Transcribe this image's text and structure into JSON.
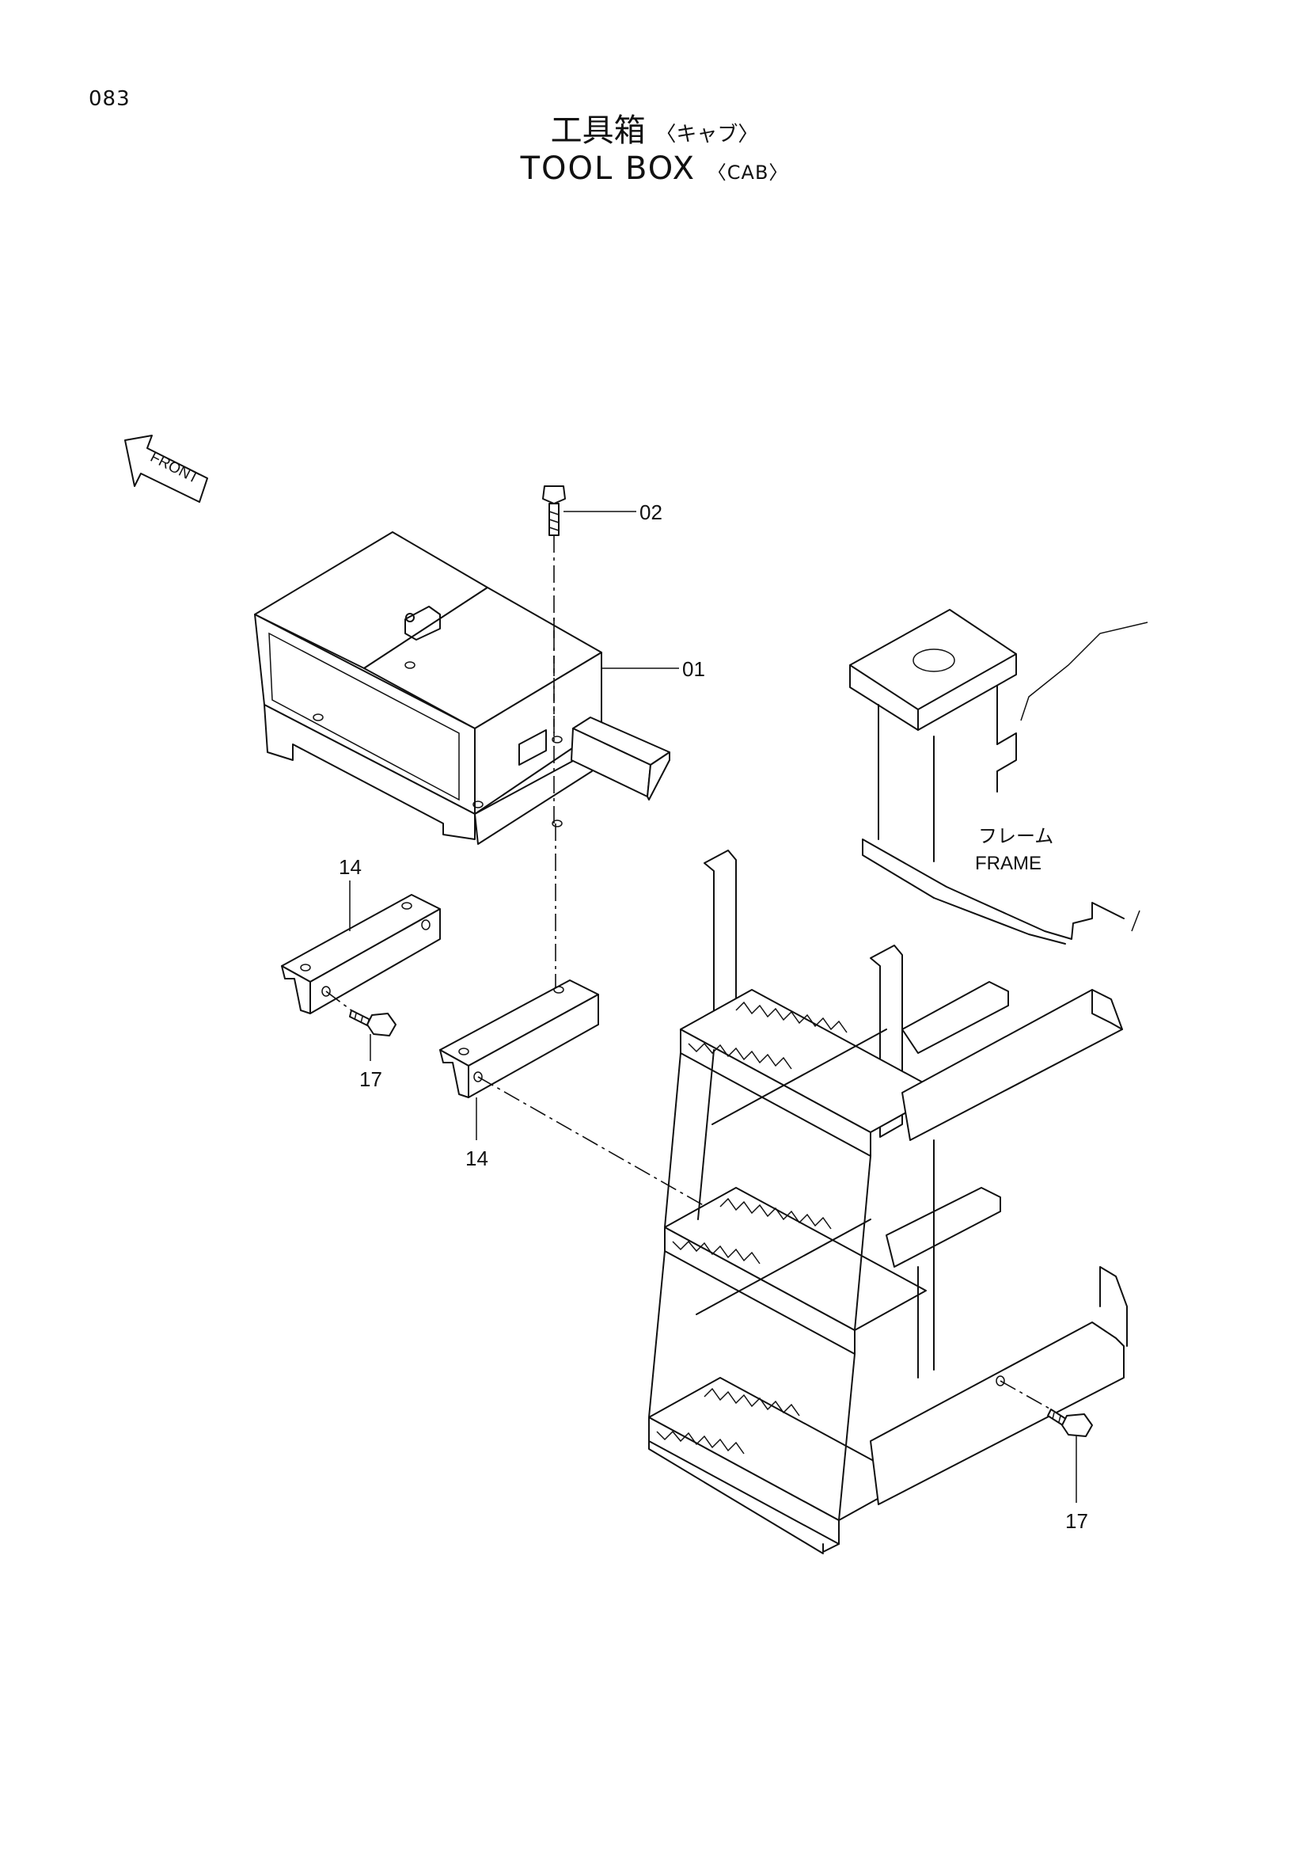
{
  "page_number": "083",
  "title": {
    "jp_main": "工具箱",
    "jp_sub": "〈キャブ〉",
    "en_main": "TOOL BOX",
    "en_sub": "〈CAB〉"
  },
  "front_arrow_label": "FRONT",
  "frame_label": {
    "jp": "フレーム",
    "en": "FRAME"
  },
  "callouts": {
    "part_01": "01",
    "part_02": "02",
    "part_14_left": "14",
    "part_14_right": "14",
    "part_17_left": "17",
    "part_17_right": "17"
  }
}
